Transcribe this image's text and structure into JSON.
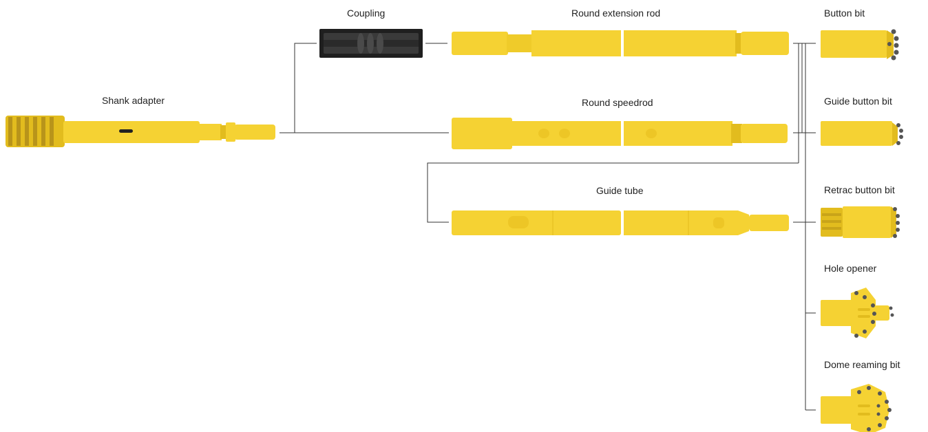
{
  "labels": {
    "shank_adapter": "Shank adapter",
    "coupling": "Coupling",
    "round_extension_rod": "Round extension rod",
    "round_speedrod": "Round speedrod",
    "guide_tube": "Guide tube",
    "button_bit": "Button bit",
    "guide_button_bit": "Guide button bit",
    "retrac_button_bit": "Retrac button bit",
    "hole_opener": "Hole opener",
    "dome_reaming_bit": "Dome reaming bit"
  },
  "colors": {
    "steel_yellow": "#F5D233",
    "steel_shade": "#E2BC1E",
    "coupling_dark": "#2E2E2E",
    "connector_line": "#333333",
    "button_carbide": "#555555"
  }
}
